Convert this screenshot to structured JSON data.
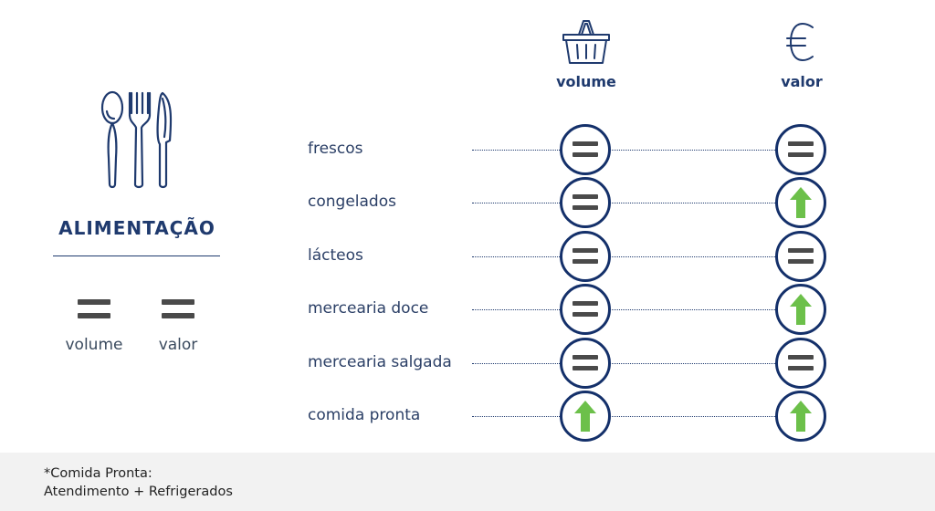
{
  "category": {
    "title": "ALIMENTAÇÃO",
    "icon": "cutlery-icon",
    "summary": [
      {
        "label": "volume",
        "status": "equal"
      },
      {
        "label": "valor",
        "status": "equal"
      }
    ]
  },
  "columns": [
    {
      "label": "volume",
      "icon": "shopping-basket-icon"
    },
    {
      "label": "valor",
      "icon": "euro-icon"
    }
  ],
  "rows": [
    {
      "label": "frescos",
      "volume": "equal",
      "valor": "equal"
    },
    {
      "label": "congelados",
      "volume": "equal",
      "valor": "up"
    },
    {
      "label": "lácteos",
      "volume": "equal",
      "valor": "equal"
    },
    {
      "label": "mercearia doce",
      "volume": "equal",
      "valor": "up"
    },
    {
      "label": "mercearia salgada",
      "volume": "equal",
      "valor": "equal"
    },
    {
      "label": "comida pronta",
      "volume": "up",
      "valor": "up"
    }
  ],
  "footnote": {
    "line1": "*Comida Pronta:",
    "line2": "Atendimento + Refrigerados"
  },
  "colors": {
    "navy": "#1f3a6e",
    "up_arrow": "#6cc04a",
    "equal_bars": "#4a4a4a"
  }
}
